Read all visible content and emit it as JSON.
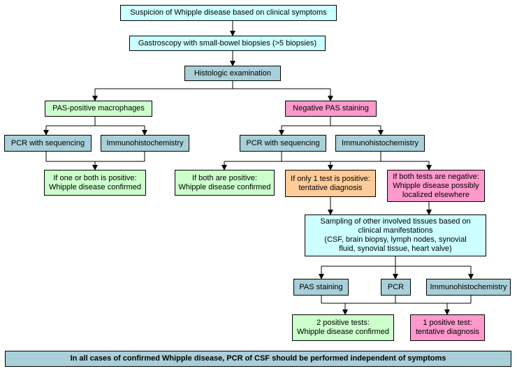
{
  "colors": {
    "cyan": "#ccffff",
    "teal": "#a9cfd8",
    "green": "#ccffcc",
    "pink": "#ff99cc",
    "orange": "#ffcc99",
    "line": "#000000"
  },
  "boxes": {
    "suspicion": "Suspicion of Whipple disease based on clinical symptoms",
    "gastroscopy": "Gastroscopy with small-bowel biopsies (>5 biopsies)",
    "histologic": "Histologic examination",
    "pas_positive": "PAS-positive macrophages",
    "negative_pas": "Negative PAS staining",
    "left_pcr": "PCR with sequencing",
    "left_ihc": "Immunohistochemistry",
    "right_pcr": "PCR with sequencing",
    "right_ihc": "Immunohistochemistry",
    "left_confirmed": [
      "If one or both is positive:",
      "Whipple disease confirmed"
    ],
    "both_positive": [
      "If both are positive:",
      "Whipple disease confirmed"
    ],
    "only_one": [
      "If only 1 test is positive:",
      "tentative diagnosis"
    ],
    "both_negative": [
      "If both tests are negative:",
      "Whipple disease possibly",
      "localized elsewhere"
    ],
    "sampling": [
      "Sampling of other involved tissues based on",
      "clinical manifestations",
      "(CSF, brain biopsy, lymph nodes, synovial",
      "fluid, synovial tissue, heart valve)"
    ],
    "pas_staining": "PAS staining",
    "pcr": "PCR",
    "ihc3": "Immunohistochemistry",
    "two_positive": [
      "2 positive tests:",
      "Whipple disease confirmed"
    ],
    "one_positive": [
      "1 positive test:",
      "tentative diagnosis"
    ],
    "banner": "In all cases of confirmed Whipple disease, PCR of CSF should be performed independent of symptoms"
  }
}
